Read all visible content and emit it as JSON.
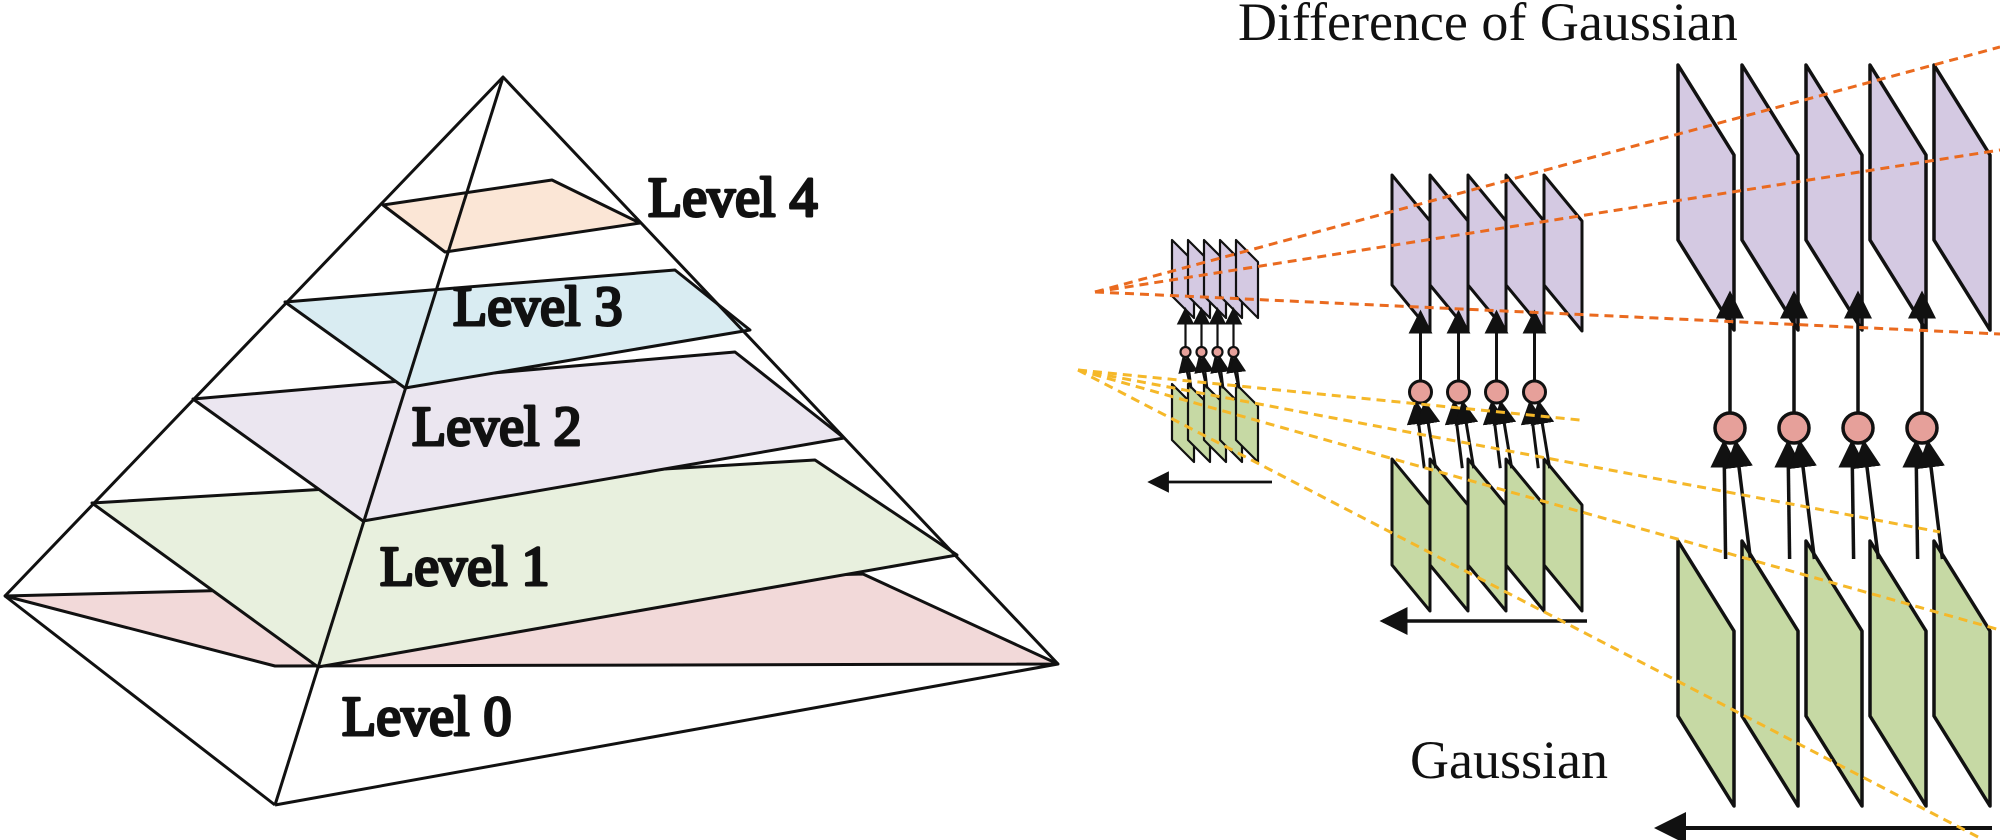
{
  "pyramid": {
    "levels": [
      {
        "label": "Level 0",
        "color": "#f2d9d9"
      },
      {
        "label": "Level 1",
        "color": "#e8f0de"
      },
      {
        "label": "Level 2",
        "color": "#ebe6f0"
      },
      {
        "label": "Level 3",
        "color": "#d9ecf2"
      },
      {
        "label": "Level 4",
        "color": "#fbe6d6"
      }
    ]
  },
  "dog_pyramid": {
    "top_label": "Difference of Gaussian",
    "bottom_label": "Gaussian",
    "colors": {
      "dog_panel": "#d4c9e2",
      "gaussian_panel": "#c6d9a4",
      "subtract_node": "#e6a09a",
      "orange_guide": "#ea6a1f",
      "yellow_guide": "#f5b829"
    },
    "octaves": [
      {
        "dog_count": 5,
        "gaussian_count": 5,
        "node_count": 4
      },
      {
        "dog_count": 5,
        "gaussian_count": 5,
        "node_count": 4
      },
      {
        "dog_count": 5,
        "gaussian_count": 5,
        "node_count": 4
      }
    ]
  }
}
